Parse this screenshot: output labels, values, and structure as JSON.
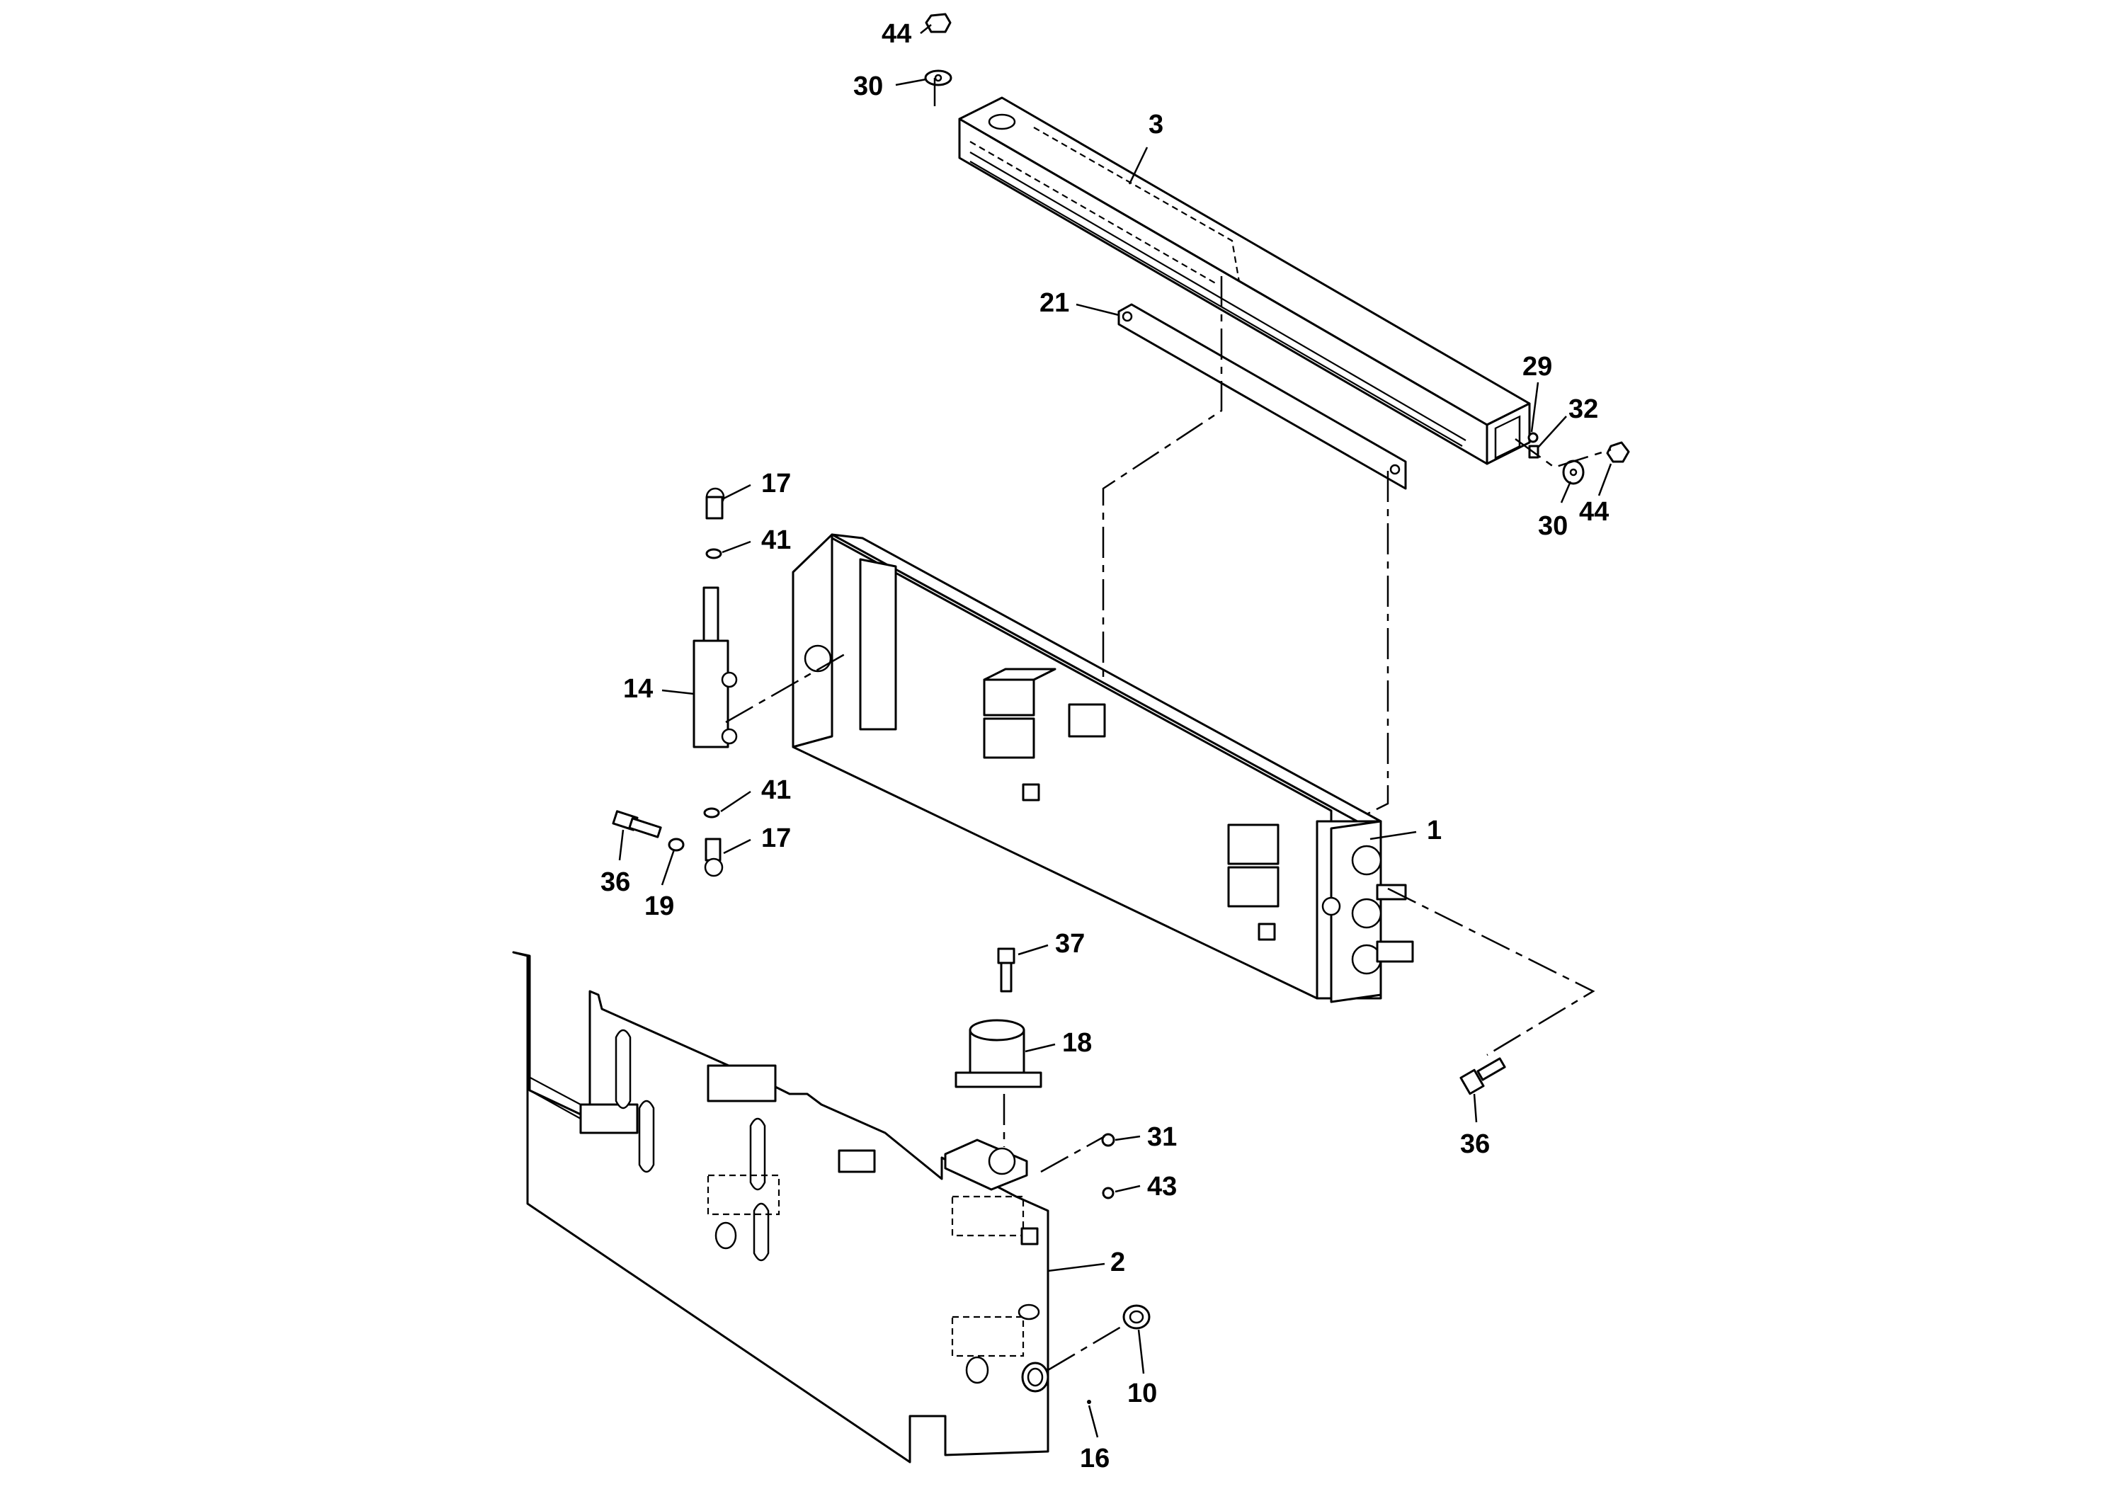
{
  "labels": {
    "p1": "1",
    "p2": "2",
    "p3": "3",
    "p10": "10",
    "p14": "14",
    "p16": "16",
    "p17_top": "17",
    "p17_bottom": "17",
    "p18": "18",
    "p19": "19",
    "p21": "21",
    "p29": "29",
    "p30_top": "30",
    "p30_right": "30",
    "p31": "31",
    "p32": "32",
    "p36_left": "36",
    "p36_right": "36",
    "p37": "37",
    "p41_top": "41",
    "p41_bottom": "41",
    "p43": "43",
    "p44_top": "44",
    "p44_right": "44"
  }
}
